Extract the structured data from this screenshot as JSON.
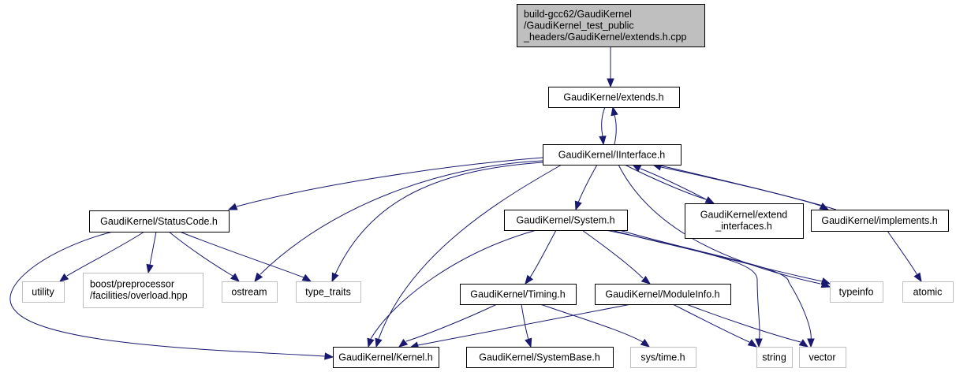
{
  "diagram": {
    "type": "include-dependency-graph",
    "colors": {
      "edge": "#191970",
      "root_fill": "#bfbfbf",
      "root_border": "#000000",
      "node_fill": "#ffffff",
      "node_border": "#000000",
      "external_border": "#bfbfbf",
      "text": "#000000"
    },
    "nodes": [
      {
        "id": "root",
        "kind": "root",
        "lines": [
          "build-gcc62/GaudiKernel",
          "/GaudiKernel_test_public",
          "_headers/GaudiKernel/extends.h.cpp"
        ]
      },
      {
        "id": "extends",
        "kind": "internal",
        "lines": [
          "GaudiKernel/extends.h"
        ]
      },
      {
        "id": "iinterface",
        "kind": "internal",
        "lines": [
          "GaudiKernel/IInterface.h"
        ]
      },
      {
        "id": "statuscode",
        "kind": "internal",
        "lines": [
          "GaudiKernel/StatusCode.h"
        ]
      },
      {
        "id": "system",
        "kind": "internal",
        "lines": [
          "GaudiKernel/System.h"
        ]
      },
      {
        "id": "extend_interfaces",
        "kind": "internal",
        "lines": [
          "GaudiKernel/extend",
          "_interfaces.h"
        ]
      },
      {
        "id": "implements",
        "kind": "internal",
        "lines": [
          "GaudiKernel/implements.h"
        ]
      },
      {
        "id": "utility",
        "kind": "external",
        "lines": [
          "utility"
        ]
      },
      {
        "id": "boost_overload",
        "kind": "external",
        "lines": [
          "boost/preprocessor",
          "/facilities/overload.hpp"
        ]
      },
      {
        "id": "ostream",
        "kind": "external",
        "lines": [
          "ostream"
        ]
      },
      {
        "id": "type_traits",
        "kind": "external",
        "lines": [
          "type_traits"
        ]
      },
      {
        "id": "timing",
        "kind": "internal",
        "lines": [
          "GaudiKernel/Timing.h"
        ]
      },
      {
        "id": "moduleinfo",
        "kind": "internal",
        "lines": [
          "GaudiKernel/ModuleInfo.h"
        ]
      },
      {
        "id": "typeinfo",
        "kind": "external",
        "lines": [
          "typeinfo"
        ]
      },
      {
        "id": "atomic",
        "kind": "external",
        "lines": [
          "atomic"
        ]
      },
      {
        "id": "kernel",
        "kind": "internal",
        "lines": [
          "GaudiKernel/Kernel.h"
        ]
      },
      {
        "id": "systembase",
        "kind": "internal",
        "lines": [
          "GaudiKernel/SystemBase.h"
        ]
      },
      {
        "id": "sys_time",
        "kind": "external",
        "lines": [
          "sys/time.h"
        ]
      },
      {
        "id": "string",
        "kind": "external",
        "lines": [
          "string"
        ]
      },
      {
        "id": "vector",
        "kind": "external",
        "lines": [
          "vector"
        ]
      }
    ],
    "edges": [
      {
        "from": "root",
        "to": "extends"
      },
      {
        "from": "extends",
        "to": "iinterface"
      },
      {
        "from": "iinterface",
        "to": "extends"
      },
      {
        "from": "iinterface",
        "to": "statuscode"
      },
      {
        "from": "iinterface",
        "to": "ostream"
      },
      {
        "from": "iinterface",
        "to": "type_traits"
      },
      {
        "from": "iinterface",
        "to": "kernel"
      },
      {
        "from": "iinterface",
        "to": "system"
      },
      {
        "from": "iinterface",
        "to": "typeinfo"
      },
      {
        "from": "iinterface",
        "to": "extend_interfaces"
      },
      {
        "from": "extend_interfaces",
        "to": "iinterface"
      },
      {
        "from": "iinterface",
        "to": "implements"
      },
      {
        "from": "implements",
        "to": "iinterface"
      },
      {
        "from": "statuscode",
        "to": "utility"
      },
      {
        "from": "statuscode",
        "to": "boost_overload"
      },
      {
        "from": "statuscode",
        "to": "ostream"
      },
      {
        "from": "statuscode",
        "to": "type_traits"
      },
      {
        "from": "statuscode",
        "to": "kernel"
      },
      {
        "from": "system",
        "to": "kernel"
      },
      {
        "from": "system",
        "to": "timing"
      },
      {
        "from": "system",
        "to": "moduleinfo"
      },
      {
        "from": "system",
        "to": "typeinfo"
      },
      {
        "from": "system",
        "to": "string"
      },
      {
        "from": "system",
        "to": "vector"
      },
      {
        "from": "implements",
        "to": "atomic"
      },
      {
        "from": "timing",
        "to": "kernel"
      },
      {
        "from": "timing",
        "to": "systembase"
      },
      {
        "from": "timing",
        "to": "sys_time"
      },
      {
        "from": "moduleinfo",
        "to": "kernel"
      },
      {
        "from": "moduleinfo",
        "to": "string"
      },
      {
        "from": "moduleinfo",
        "to": "vector"
      }
    ]
  }
}
